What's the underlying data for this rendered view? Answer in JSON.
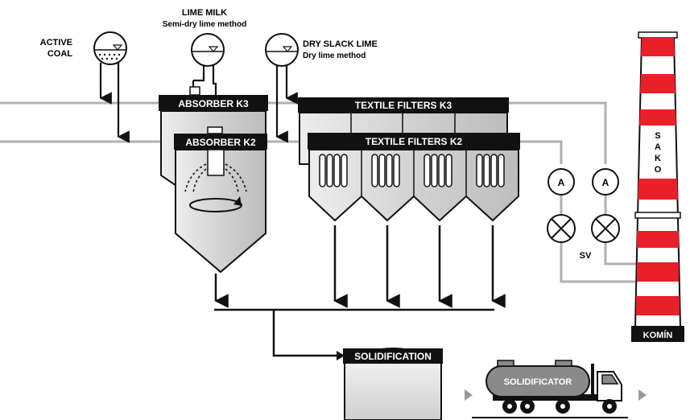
{
  "labels": {
    "active_coal_1": "ACTIVE",
    "active_coal_2": "COAL",
    "lime_milk": "LIME MILK",
    "lime_milk_sub": "Semi-dry lime method",
    "dry_slack_lime": "DRY SLACK LIME",
    "dry_slack_lime_sub": "Dry lime method",
    "absorber_k3": "ABSORBER K3",
    "absorber_k2": "ABSORBER K2",
    "filters_k3": "TEXTILE FILTERS K3",
    "filters_k2": "TEXTILE FILTERS K2",
    "analyzer_a": "A",
    "sv": "SV",
    "sako_s": "S",
    "sako_a": "A",
    "sako_k": "K",
    "sako_o": "O",
    "komin": "KOMÍN",
    "solidification": "SOLIDIFICATION",
    "solidificator": "SOLIDIFICATOR"
  },
  "colors": {
    "black": "#111111",
    "gray_pipe": "#b0b0b0",
    "vessel_fill": "#dcdcdc",
    "chimney_red": "#e8202a",
    "truck_tank": "#8a8a8a",
    "arrow_gray": "#9a9a9a"
  }
}
